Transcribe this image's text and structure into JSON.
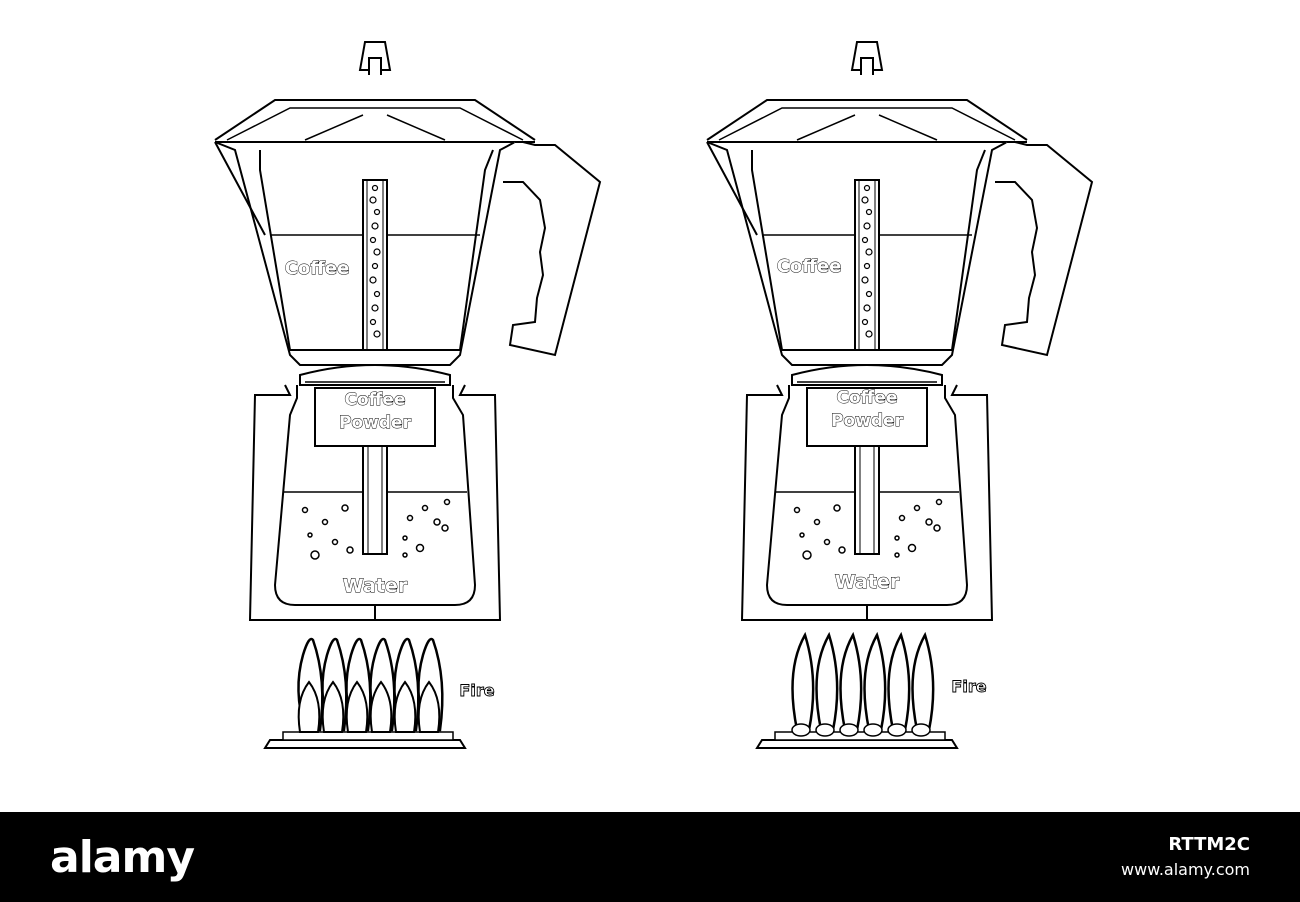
{
  "diagrams": [
    {
      "labels": {
        "coffee": "Coffee",
        "powder_line1": "Coffee",
        "powder_line2": "Powder",
        "water": "Water",
        "fire": "Fire"
      }
    },
    {
      "labels": {
        "coffee": "Coffee",
        "powder_line1": "Coffee",
        "powder_line2": "Powder",
        "water": "Water",
        "fire": "Fire"
      }
    }
  ],
  "footer": {
    "brand": "alamy",
    "image_id": "RTTM2C",
    "site": "www.alamy.com"
  },
  "colors": {
    "line": "#000000",
    "background": "#ffffff",
    "footer": "#000000"
  }
}
